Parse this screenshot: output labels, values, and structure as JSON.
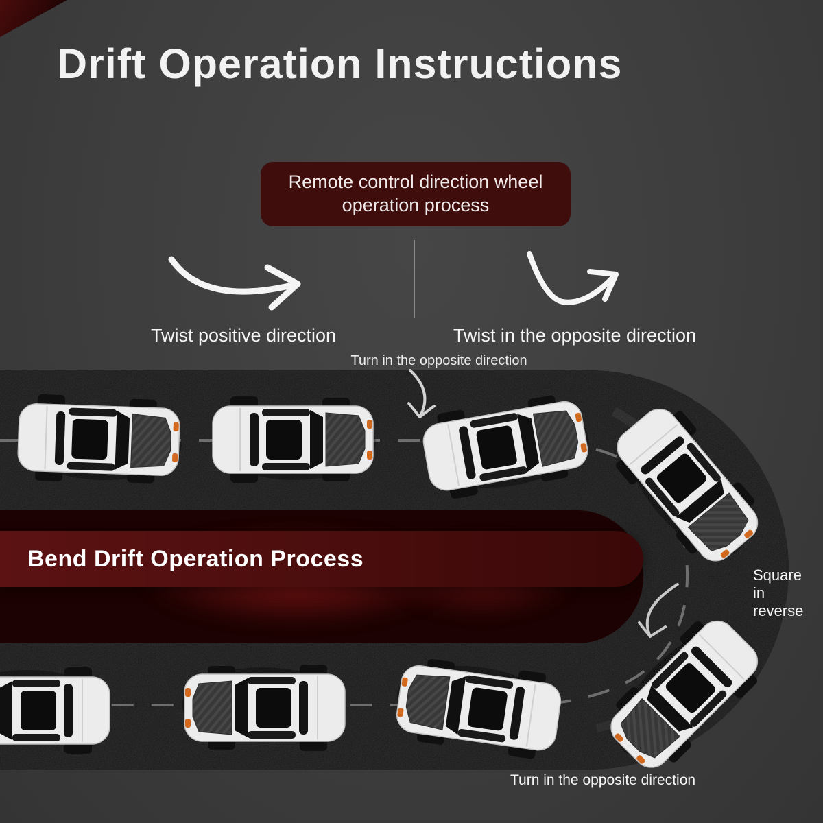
{
  "page": {
    "title": "Drift Operation Instructions"
  },
  "badge": {
    "line1": "Remote control direction wheel",
    "line2": "operation process"
  },
  "controls": {
    "left_label": "Twist positive direction",
    "right_label": "Twist in the opposite direction"
  },
  "track": {
    "banner": "Bend Drift Operation Process",
    "turn_top_label": "Turn in the opposite direction",
    "square_reverse_label": "Square in reverse",
    "turn_bottom_label": "Turn in the opposite direction"
  },
  "colors": {
    "background": "#3d3d3d",
    "badge_bg": "#400d0d",
    "banner_bg": "#4a0d0d",
    "track_asphalt": "#151515",
    "infield_glow": "#7a1414",
    "car_body": "#ececec",
    "tail_light_orange": "#d2691e",
    "text": "#ffffff"
  },
  "icons": {
    "left_arrow": "curved-sketch-arrow-right",
    "right_arrow": "curved-sketch-arrow-up-right",
    "car": "drift-car-top-view"
  }
}
